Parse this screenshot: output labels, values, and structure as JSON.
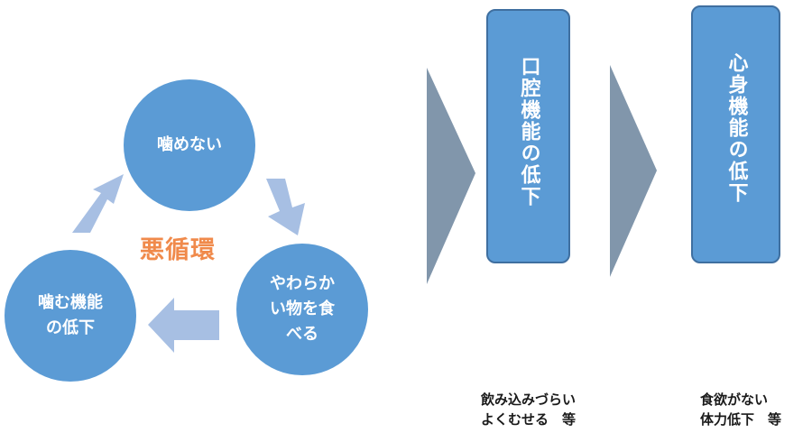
{
  "cycle": {
    "top": "噛めない",
    "right_lines": [
      "やわらか",
      "い物を食",
      "べる"
    ],
    "left_lines": [
      "噛む機能",
      "の低下"
    ],
    "label": "悪循環"
  },
  "boxes": [
    {
      "text": "口腔機能の低下",
      "note_lines": [
        "飲み込みづらい",
        "よくむせる　等"
      ]
    },
    {
      "text": "心身機能の低下",
      "note_lines": [
        "食欲がない",
        "体力低下　等"
      ]
    }
  ],
  "colors": {
    "circle": "#5b9bd5",
    "box": "#5b9bd5",
    "cycle_arrow": "#a7bfe3",
    "chevron": "#8196ab",
    "label": "#f08a4b"
  }
}
